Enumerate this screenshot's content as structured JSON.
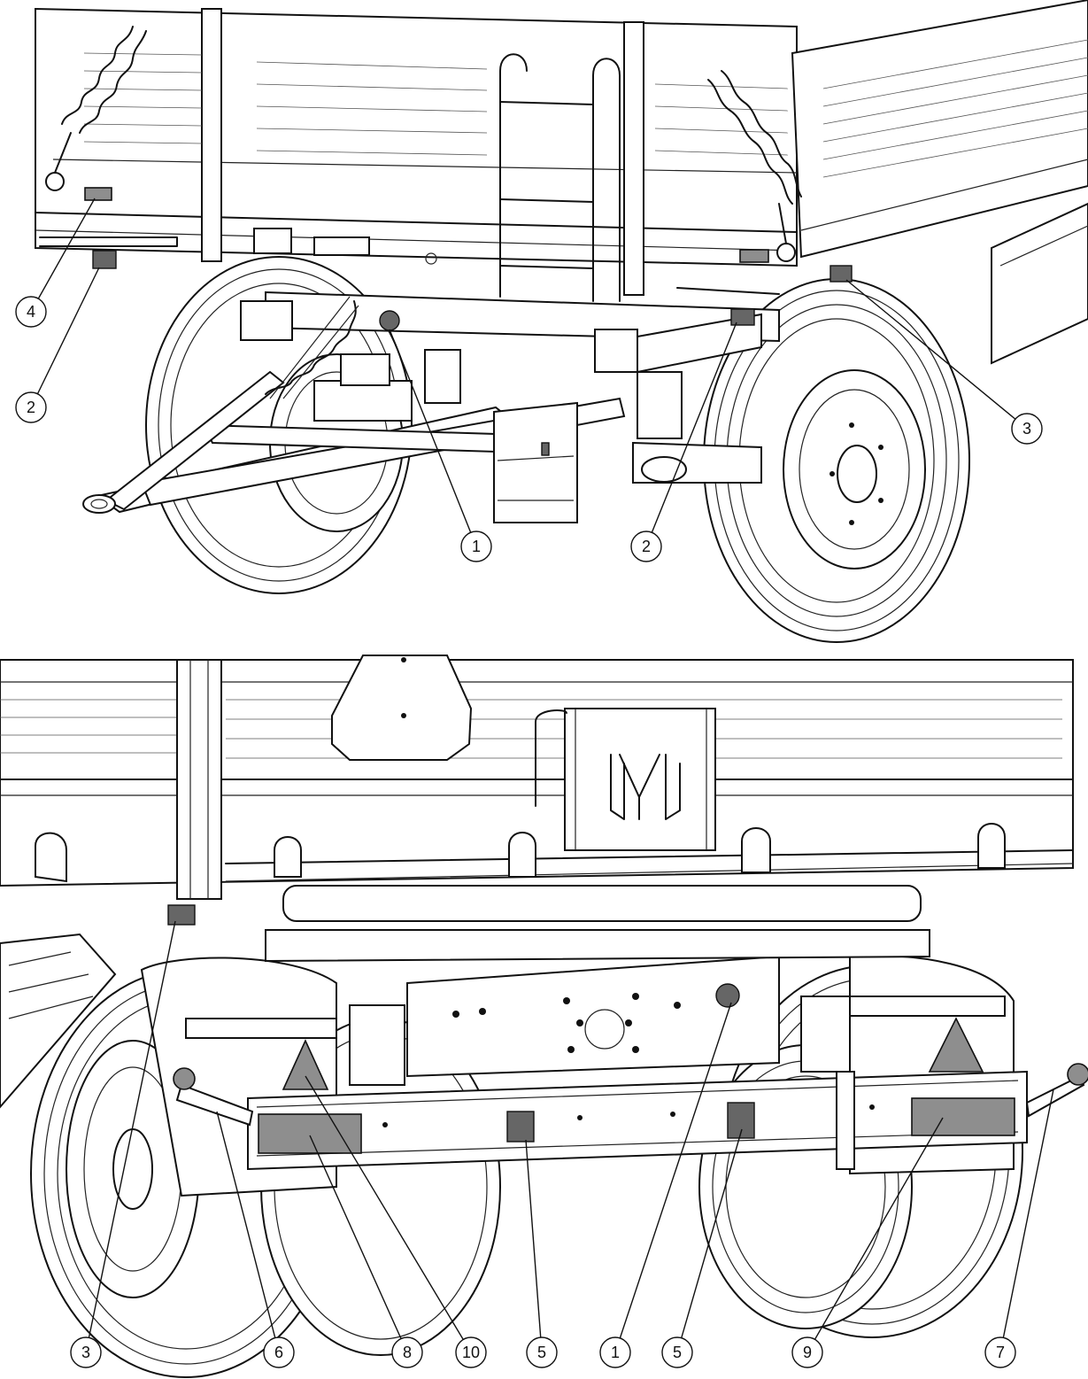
{
  "callouts": {
    "top": [
      {
        "n": "4"
      },
      {
        "n": "2"
      },
      {
        "n": "1"
      },
      {
        "n": "2"
      },
      {
        "n": "3"
      }
    ],
    "bottom": [
      {
        "n": "3"
      },
      {
        "n": "6"
      },
      {
        "n": "8"
      },
      {
        "n": "10"
      },
      {
        "n": "5"
      },
      {
        "n": "1"
      },
      {
        "n": "5"
      },
      {
        "n": "9"
      },
      {
        "n": "7"
      }
    ]
  }
}
